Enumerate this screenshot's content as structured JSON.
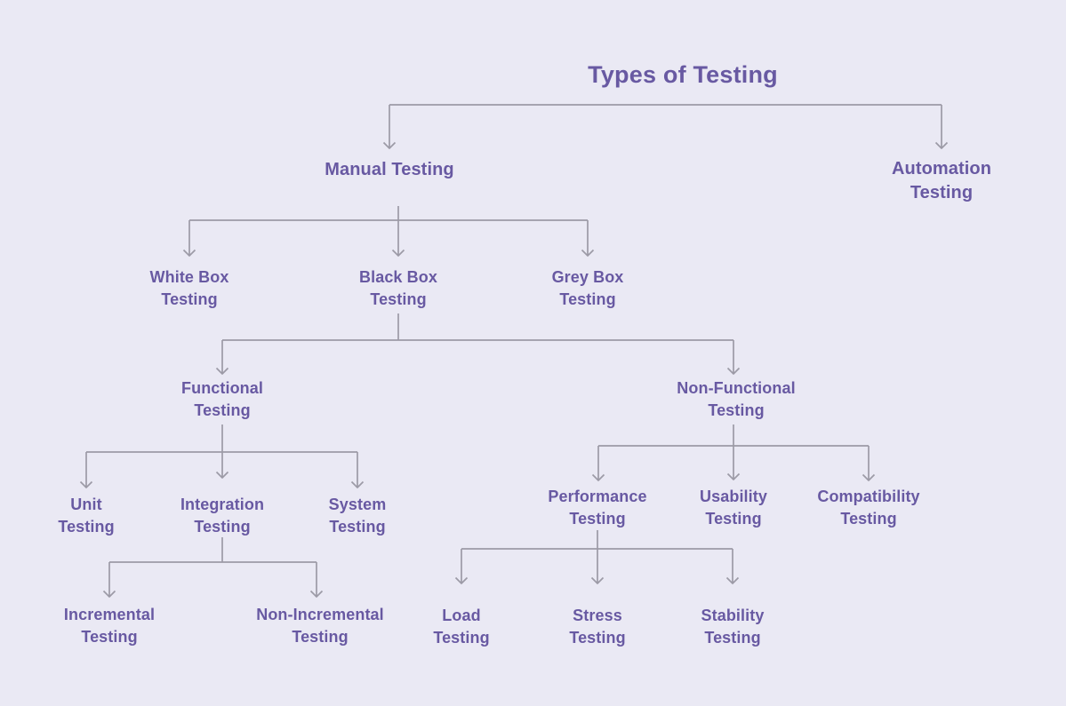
{
  "title": "Types of Testing",
  "colors": {
    "background": "#EAE9F4",
    "text": "#6859A2",
    "line": "#9C9AA6"
  },
  "nodes": {
    "manual": "Manual Testing",
    "automation": "Automation Testing",
    "white_box": "White Box Testing",
    "black_box": "Black Box Testing",
    "grey_box": "Grey Box Testing",
    "functional": "Functional Testing",
    "non_functional": "Non-Functional Testing",
    "unit": "Unit Testing",
    "integration": "Integration Testing",
    "system": "System Testing",
    "performance": "Performance Testing",
    "usability": "Usability Testing",
    "compatibility": "Compatibility Testing",
    "incremental": "Incremental Testing",
    "non_incremental": "Non-Incremental Testing",
    "load": "Load Testing",
    "stress": "Stress Testing",
    "stability": "Stability Testing"
  },
  "edges": [
    {
      "parent": "Types of Testing",
      "children": [
        "Manual Testing",
        "Automation Testing"
      ]
    },
    {
      "parent": "Manual Testing",
      "children": [
        "White Box Testing",
        "Black Box Testing",
        "Grey Box Testing"
      ]
    },
    {
      "parent": "Black Box Testing",
      "children": [
        "Functional Testing",
        "Non-Functional Testing"
      ]
    },
    {
      "parent": "Functional Testing",
      "children": [
        "Unit Testing",
        "Integration Testing",
        "System Testing"
      ]
    },
    {
      "parent": "Non-Functional Testing",
      "children": [
        "Performance Testing",
        "Usability Testing",
        "Compatibility Testing"
      ]
    },
    {
      "parent": "Integration Testing",
      "children": [
        "Incremental Testing",
        "Non-Incremental Testing"
      ]
    },
    {
      "parent": "Performance Testing",
      "children": [
        "Load Testing",
        "Stress Testing",
        "Stability Testing"
      ]
    }
  ]
}
